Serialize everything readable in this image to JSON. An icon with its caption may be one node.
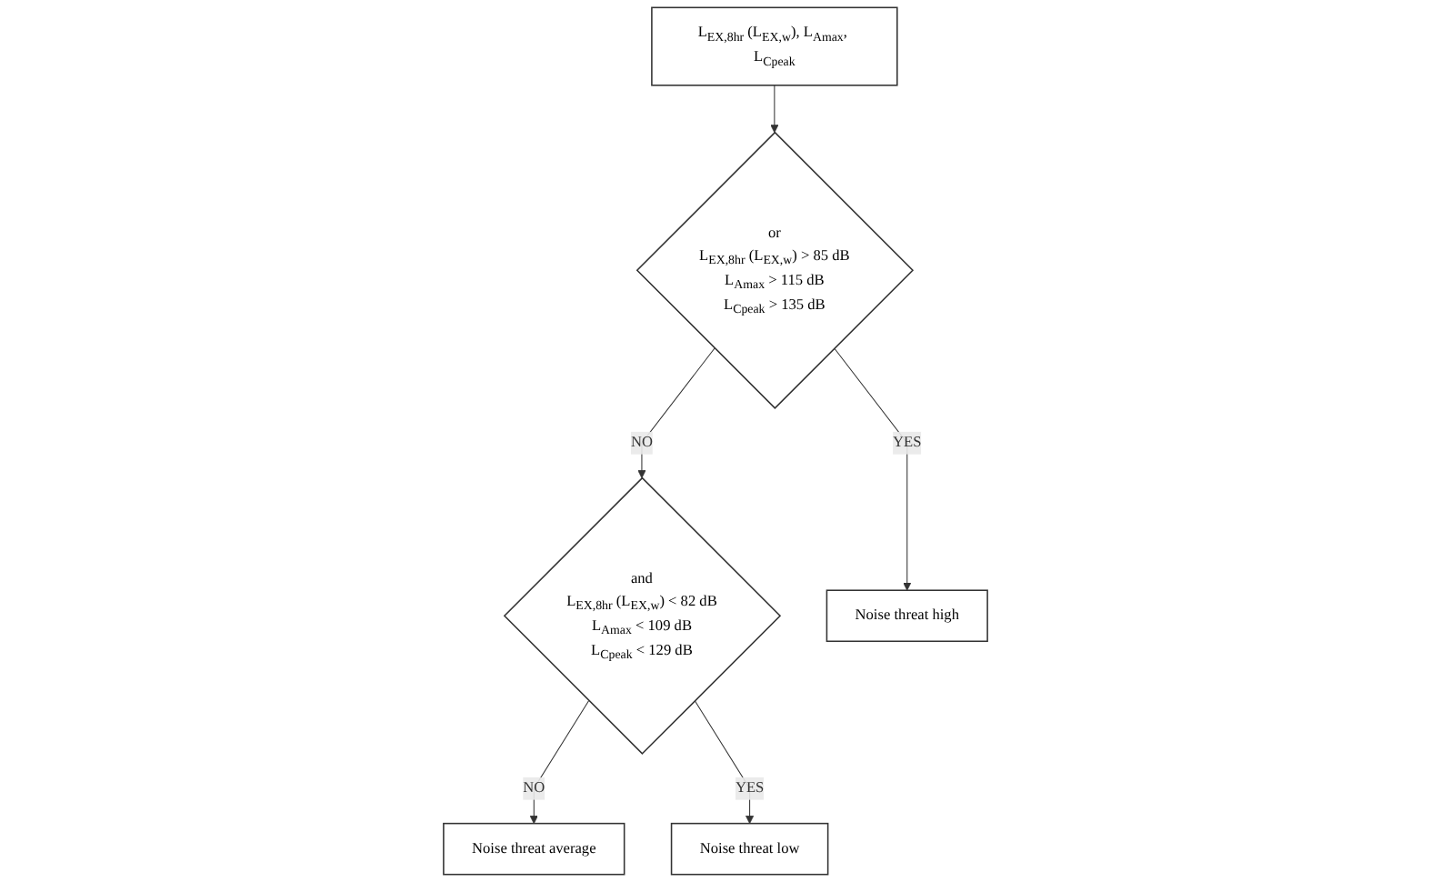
{
  "diagram": {
    "nodes": [
      {
        "text": [
          "L$_{EX,8hr}$ (L$_{EX,w}$), L$_{Amax}$, L$_{Cpeak}$"
        ]
      },
      {
        "text": [
          "or",
          "L$_{EX,8hr}$ (L$_{EX,w}$) > 85 dB",
          "L$_{Amax}$ > 115 dB",
          "L$_{Cpeak}$ > 135 dB"
        ]
      },
      {
        "text": [
          "and",
          "L$_{EX,8hr}$ (L$_{EX,w}$) < 82 dB",
          "L$_{Amax}$ < 109 dB",
          "L$_{Cpeak}$ < 129 dB"
        ]
      },
      {
        "text": [
          "Noise threat high"
        ]
      },
      {
        "text": [
          "Noise threat average"
        ]
      },
      {
        "text": [
          "Noise threat low"
        ]
      }
    ],
    "edges": [
      {
        "from": 0,
        "to": 1,
        "arrow": "to"
      },
      {
        "from": 1,
        "to": 3,
        "arrow": "to",
        "label": "YES"
      },
      {
        "from": 1,
        "to": 2,
        "arrow": "to",
        "label": "NO"
      },
      {
        "from": 2,
        "to": 4,
        "arrow": "to",
        "label": "NO"
      },
      {
        "from": 2,
        "to": 5,
        "arrow": "to",
        "label": "YES"
      }
    ]
  }
}
